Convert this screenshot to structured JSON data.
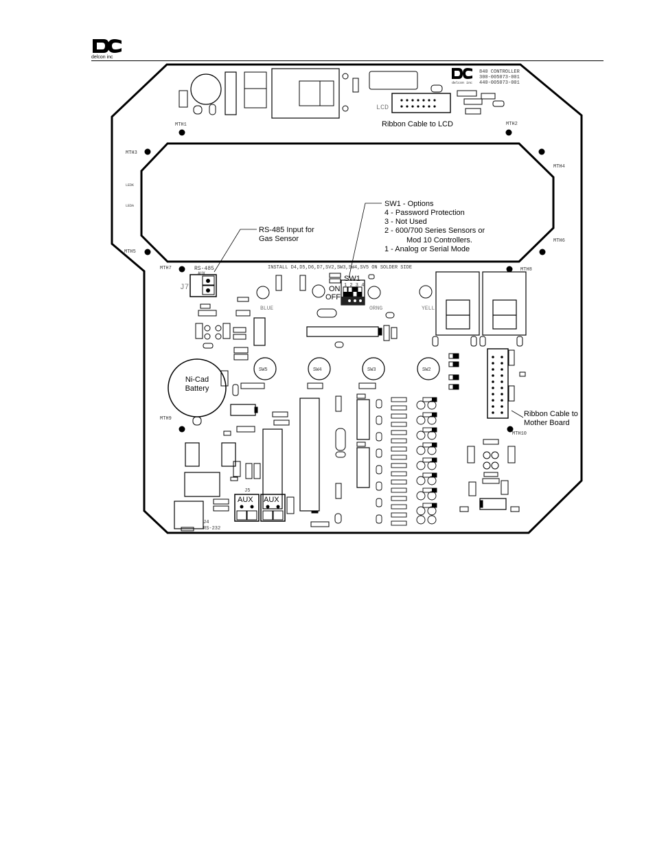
{
  "header": {
    "company_logo_text": "delcon inc"
  },
  "board": {
    "silkscreen": {
      "title_lines": [
        "840 CONTROLLER",
        "300-005073-001",
        "440-005073-001"
      ],
      "brand": "delcon inc",
      "install_note": "INSTALL D4,D5,D6,D7,SV2,SW3,SW4,SV5 ON SOLDER SIDE",
      "lcd": "LCD",
      "rs485": "RS-485",
      "aux": "AUX",
      "rs232": "RS-232",
      "j4": "J4",
      "j5": "J5",
      "j7": "J7",
      "sw1": "SW1",
      "sw1_nums": "1 2 3 4",
      "on": "ON",
      "off": "OFF",
      "blue": "BLUE",
      "orng": "ORNG",
      "yell": "YELL",
      "sw5": "SW5",
      "sw4": "SW4",
      "sw3": "SW3",
      "sw2": "SW2",
      "aux_btn1": "AUX",
      "aux_btn2": "AUX",
      "mounting_holes": [
        "MTH1",
        "MTH2",
        "MTH3",
        "MTH4",
        "MTH5",
        "MTH6",
        "MTH7",
        "MTH8",
        "MTH9",
        "MTH10"
      ],
      "lcd_pins": [
        "LEDK",
        "LEDA"
      ]
    },
    "callouts": {
      "ribbon_lcd": "Ribbon Cable to LCD",
      "sw1_title": "SW1 - Options",
      "sw1_opt4": "4 - Password Protection",
      "sw1_opt3": "3 - Not Used",
      "sw1_opt2a": "2 - 600/700 Series Sensors or",
      "sw1_opt2b": "Mod 10 Controllers.",
      "sw1_opt1": "1 - Analog or Serial Mode",
      "rs485_line1": "RS-485 Input for",
      "rs485_line2": "Gas Sensor",
      "battery_line1": "Ni-Cad",
      "battery_line2": "Battery",
      "ribbon_mb_line1": "Ribbon Cable to",
      "ribbon_mb_line2": "Mother Board"
    }
  }
}
